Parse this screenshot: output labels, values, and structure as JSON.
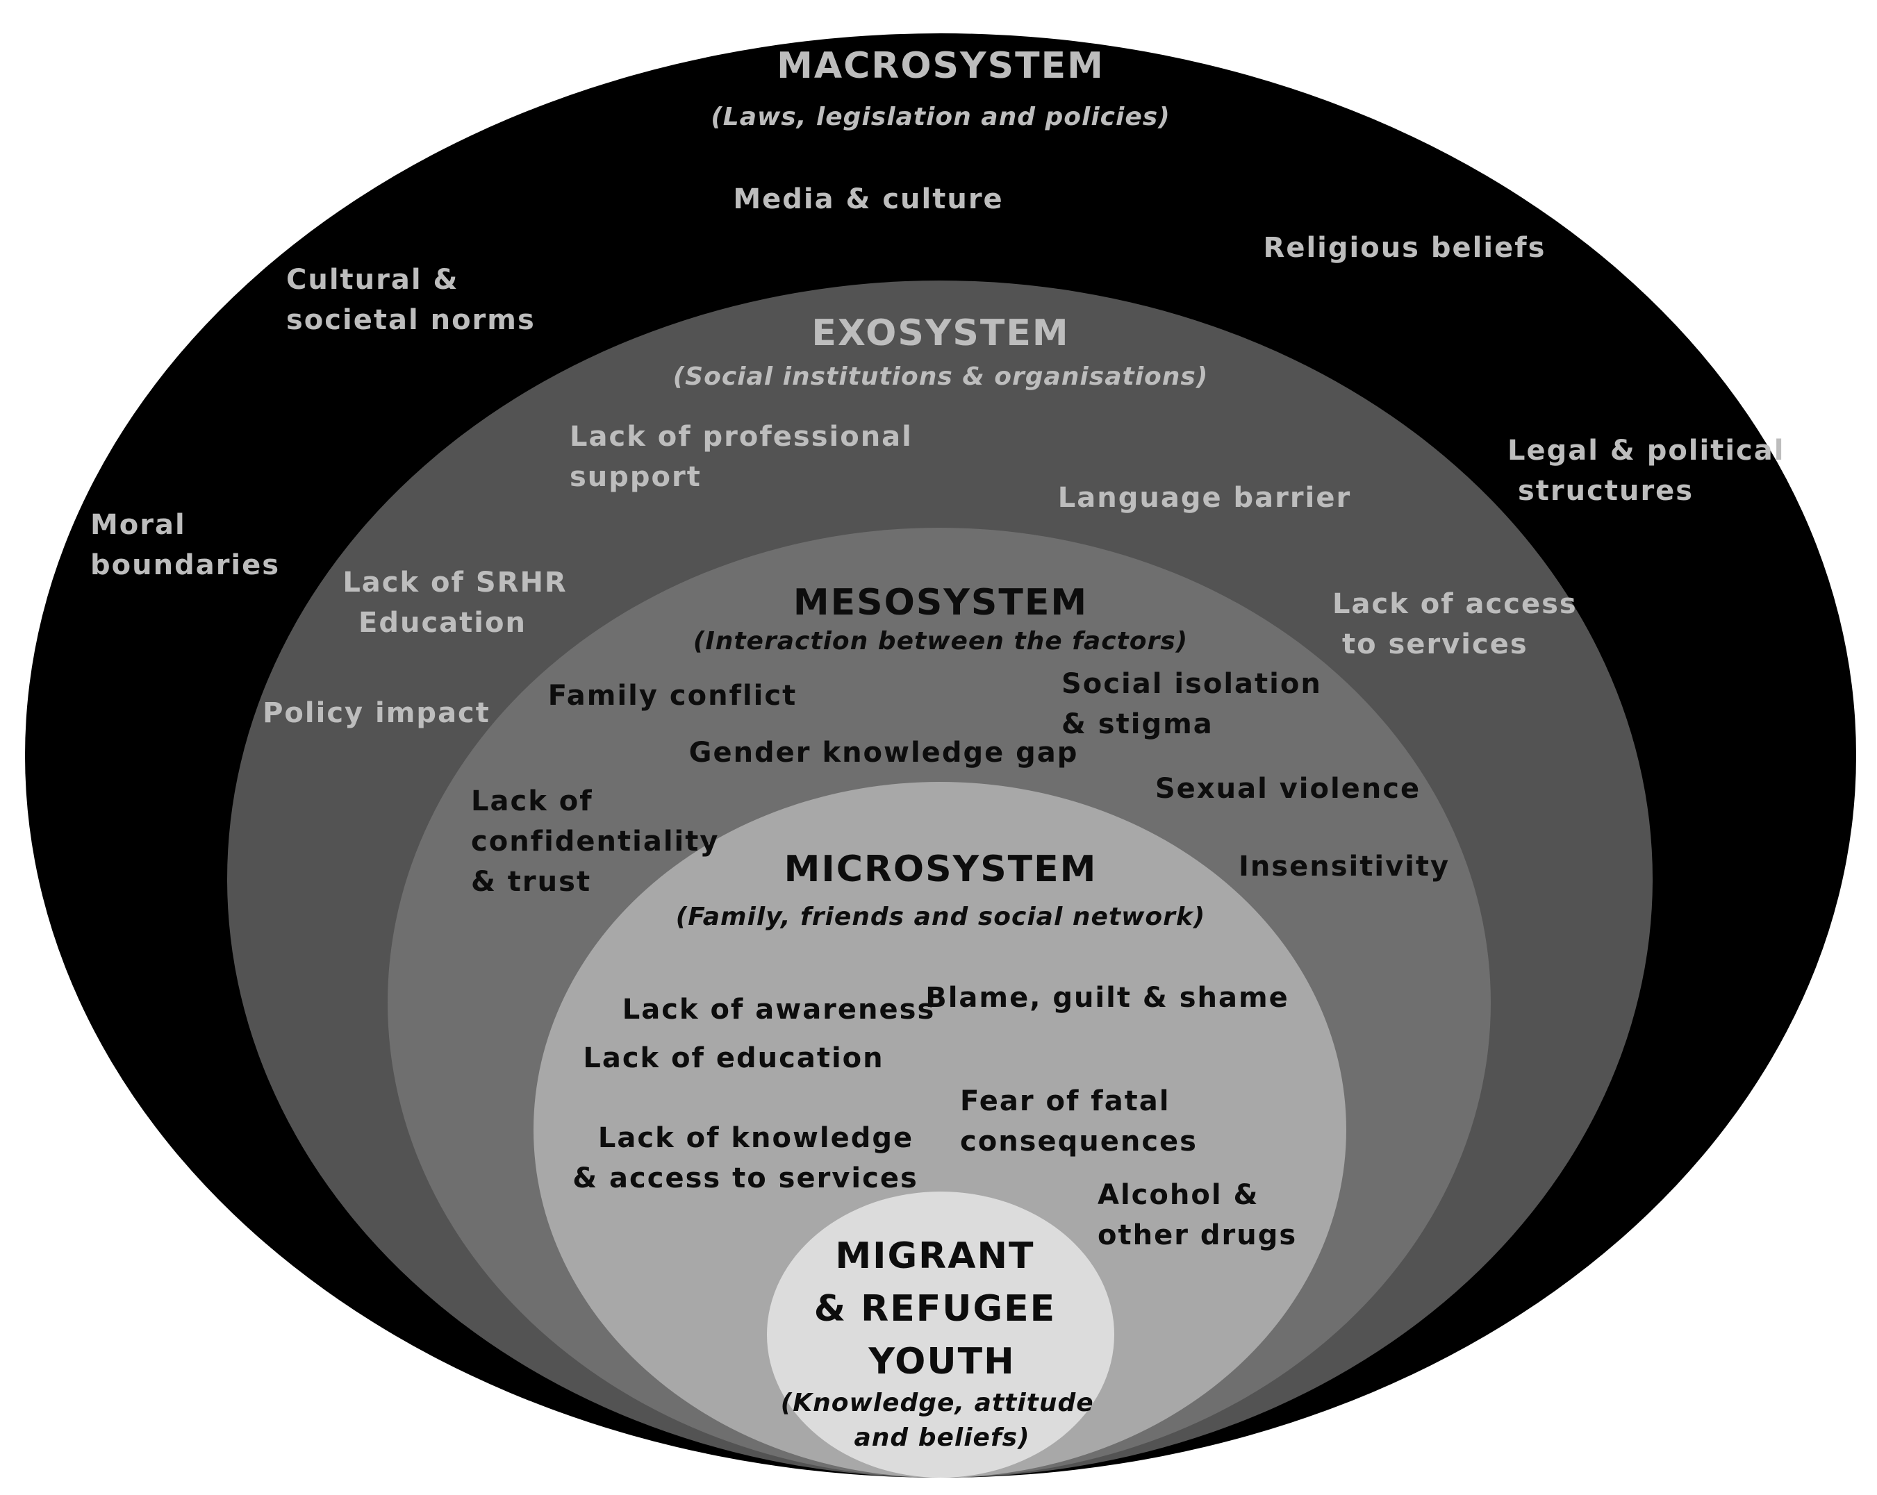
{
  "colors": {
    "background": "#ffffff",
    "macrosystem": "#000000",
    "exosystem": "#535353",
    "mesosystem": "#6f6f6f",
    "microsystem": "#a8a8a8",
    "core": "#dcdcdc",
    "light_text": "#bdbdbd",
    "dark_text": "#0d0d0d"
  },
  "macrosystem": {
    "title": "MACROSYSTEM",
    "subtitle": "(Laws, legislation and policies)",
    "factors": {
      "media": "Media & culture",
      "religious": "Religious beliefs",
      "cultural": [
        "Cultural &",
        "societal norms"
      ],
      "legal": [
        "Legal & political",
        "structures"
      ],
      "moral": [
        "Moral",
        "boundaries"
      ]
    }
  },
  "exosystem": {
    "title": "EXOSYSTEM",
    "subtitle": "(Social institutions & organisations)",
    "factors": {
      "professional": [
        "Lack of professional",
        "support"
      ],
      "language": "Language barrier",
      "srhr": [
        "Lack of SRHR",
        "Education"
      ],
      "access": [
        "Lack of access",
        "to services"
      ],
      "policy": "Policy impact"
    }
  },
  "mesosystem": {
    "title": "MESOSYSTEM",
    "subtitle": "(Interaction between the factors)",
    "factors": {
      "family_conflict": "Family conflict",
      "isolation": [
        "Social isolation",
        "& stigma"
      ],
      "gender_gap": "Gender knowledge gap",
      "sexual_violence": "Sexual violence",
      "confidentiality": [
        "Lack of",
        "confidentiality",
        "& trust"
      ],
      "insensitivity": "Insensitivity"
    }
  },
  "microsystem": {
    "title": "MICROSYSTEM",
    "subtitle": "(Family, friends and social network)",
    "factors": {
      "awareness": "Lack of awareness",
      "blame": "Blame, guilt & shame",
      "education": "Lack of education",
      "fear": [
        "Fear of fatal",
        "consequences"
      ],
      "knowledge": [
        "Lack of knowledge",
        "& access to services"
      ],
      "alcohol": [
        "Alcohol &",
        "other drugs"
      ]
    }
  },
  "core": {
    "title": [
      "MIGRANT",
      "& REFUGEE",
      "YOUTH"
    ],
    "subtitle": [
      "(Knowledge, attitude",
      "and beliefs)"
    ]
  }
}
